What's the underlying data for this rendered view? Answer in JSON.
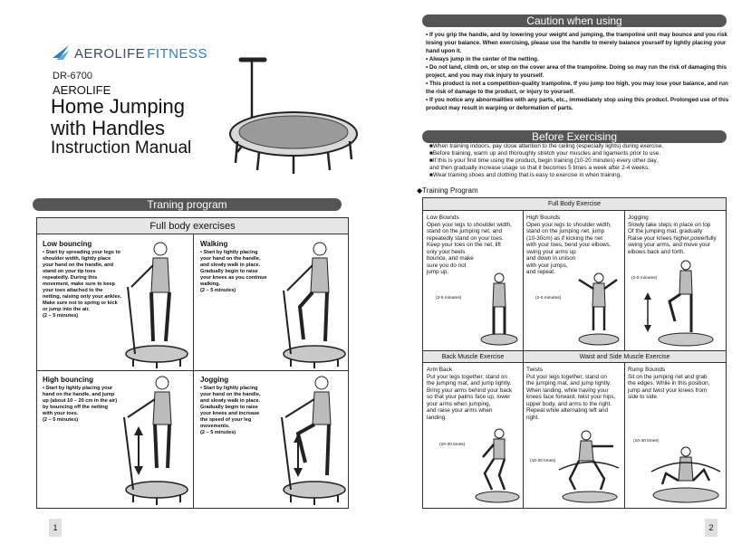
{
  "left_page": {
    "logo": {
      "text_a": "AEROLIFE",
      "text_b": "FITNESS",
      "icon": "wing-logo-icon"
    },
    "model": "DR-6700",
    "brand": "AEROLIFE",
    "title_line1": "Home Jumping",
    "title_line2": "with Handles",
    "subtitle": "Instruction Manual",
    "section_bar": "Traning program",
    "table_header": "Full body exercises",
    "exercises": [
      {
        "title": "Low bouncing",
        "desc": "• Start by spreading your legs to\nshoulder width, lightly place\nyour hand on the handle, and\nstand on your tip toes\nrepeatedly. During this\nmovement, make sure to keep\nyour toes attached to the\nnetting, raising only your ankles.\nMake sure not to spring or kick\nor jump into the air.\n(2 – 5 minutes)"
      },
      {
        "title": "Walking",
        "desc": "• Start by lightly placing\nyour hand on the handle,\nand slowly walk in place.\nGradually begin to raise\nyour knees as you continue\nwalking.\n(2 – 5 minutes)"
      },
      {
        "title": "High bouncing",
        "desc": "• Start by lightly placing your\nhand on the handle, and jump\nup (about 10 – 20 cm in the air)\nby bouncing off the netting\nwith your toes.\n(2 – 5 minutes)"
      },
      {
        "title": "Jogging",
        "desc": "• Start by lightly placing\nyour hand on the handle,\nand slowly walk in place.\nGradually begin to raise\nyour knees and increase\nthe speed of your leg\nmovements.\n(2 – 5 minutes)"
      }
    ],
    "page_number": "1"
  },
  "right_page": {
    "caution_bar": "Caution when using",
    "caution_items": [
      "• If you grip the handle, and by lowering your weight and jumping, the trampoline unit may bounce and you risk losing your balance. When exercising, please use the handle to merely balance yourself by lightly placing your hand upon it.",
      "• Always jump in the center of the netting.",
      "• Do not land, climb on, or step on the cover area of the trampoline. Doing so may run the risk of damaging this project, and you may risk injury to yourself.",
      "• This product is not a competition-quality trampoline. If you jump too high, you may lose your balance, and run the risk of damage to the product, or injury to yourself.",
      "• If you notice any abnormalities with any parts, etc., immediately stop using this product. Prolonged use of this product may result in warping or deformation of parts."
    ],
    "before_bar": "Before Exercising",
    "before_items": [
      "■When training indoors, pay close attention to the ceiling (especially lights) during exercise.",
      "■Before training, warm up and thoroughly stretch your muscles and ligaments prior to use.",
      "■If this is your first time using the product, begin training (10-20 minutes) every other day,\n   and then gradually increase usage so that it becomes 5 times a week after 2-4 weeks.",
      "■Wear training shoes and clothing that is easy to exercise in when training."
    ],
    "training_label": "◆Training Program",
    "full_body_header": "Full Body Exercise",
    "back_header": "Back Muscle Exercise",
    "waist_header": "Waist and Side Muscle Exercise",
    "cells": [
      {
        "title": "Low Bounds",
        "desc": "  Open your legs to shoulder width,\n  stand on the jumping net, and\n  repeatedly stand on your toes.\n  Keep your toes on the net, lift\n  only your heels\n  bounce, and make\n  sure you do not\n  jump up.",
        "note": "(2-5 minutes)"
      },
      {
        "title": "High Bounds",
        "desc": "Open your legs to shoulder width,\nstand on the jumping net, jump\n(10-30cm) as if kicking the net\nwith your toes, bend your elbows,\nswing your arms up\nand down in unison\nwith your jumps,\nand repeat.",
        "note": "(2-5 minutes)"
      },
      {
        "title": "Jogging",
        "desc": "Slowly take steps in place on top\nOf the jumping mat, gradually\nRaise your knees higher,powerfully\nswing your arms, and move your\nelbows back and forth.",
        "note": "(2-5 minutes)"
      },
      {
        "title": "Arm Back",
        "desc": "Put your legs together, stand on\nthe jumping mat, and jump lightly.\nBring your arms behind your back\nso that your palms face up, lower\nyour arms when jumping,\nand raise your arms when\nlanding.",
        "note": "(10-30 times)"
      },
      {
        "title": "Twists",
        "desc": "Put your legs together, stand on\nthe jumping mat, and jump lightly.\nWhen landing, while having your\nknees face forward, twist your hips,\nupper body, and arms to the right.\nRepeat while alternating left  and\nright.",
        "note": "(10-30 times)"
      },
      {
        "title": "Rump Bounds",
        "desc": "  Sit on the jumping net and grab\n  the edges. While in this position,\n  jump and twist your knees from\n  side to side.",
        "note": "(10-30 times)"
      }
    ],
    "page_number": "2"
  }
}
